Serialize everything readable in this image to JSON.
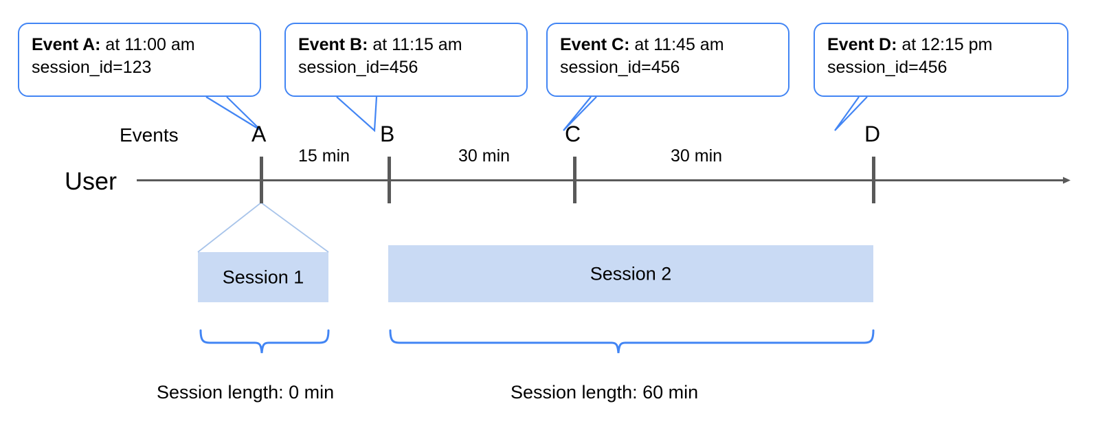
{
  "diagram": {
    "title_lane_user": "User",
    "lane_events": "Events",
    "callouts": [
      {
        "id": "A",
        "bold": "Event A:",
        "time_text": " at 11:00 am",
        "session_line": "session_id=123"
      },
      {
        "id": "B",
        "bold": "Event B:",
        "time_text": " at 11:15 am",
        "session_line": "session_id=456"
      },
      {
        "id": "C",
        "bold": "Event C:",
        "time_text": " at 11:45 am",
        "session_line": "session_id=456"
      },
      {
        "id": "D",
        "bold": "Event D:",
        "time_text": " at 12:15 pm",
        "session_line": "session_id=456"
      }
    ],
    "event_markers": [
      {
        "label": "A"
      },
      {
        "label": "B"
      },
      {
        "label": "C"
      },
      {
        "label": "D"
      }
    ],
    "intervals": [
      {
        "label": "15 min"
      },
      {
        "label": "30 min"
      },
      {
        "label": "30 min"
      }
    ],
    "sessions": [
      {
        "name": "Session 1",
        "length_label": "Session length: 0 min"
      },
      {
        "name": "Session 2",
        "length_label": "Session length: 60 min"
      }
    ],
    "colors": {
      "accent_blue": "#4285f4",
      "session_fill": "#c9daf4",
      "axis_gray": "#595959",
      "text": "#000000"
    }
  },
  "chart_data": {
    "type": "timeline",
    "title": "",
    "xlabel": "",
    "ylabel": "",
    "axis": {
      "direction": "left-to-right",
      "arrow": true,
      "unit": "minutes"
    },
    "events": [
      {
        "label": "A",
        "time": "11:00 am",
        "session_id": "123",
        "offset_min": 0
      },
      {
        "label": "B",
        "time": "11:15 am",
        "session_id": "456",
        "offset_min": 15
      },
      {
        "label": "C",
        "time": "11:45 am",
        "session_id": "456",
        "offset_min": 45
      },
      {
        "label": "D",
        "time": "12:15 pm",
        "session_id": "456",
        "offset_min": 75
      }
    ],
    "gaps": [
      {
        "from": "A",
        "to": "B",
        "minutes": 15,
        "label": "15 min"
      },
      {
        "from": "B",
        "to": "C",
        "minutes": 30,
        "label": "30 min"
      },
      {
        "from": "C",
        "to": "D",
        "minutes": 30,
        "label": "30 min"
      }
    ],
    "sessions": [
      {
        "name": "Session 1",
        "session_id": "123",
        "events": [
          "A"
        ],
        "length_min": 0,
        "length_label": "Session length: 0 min"
      },
      {
        "name": "Session 2",
        "session_id": "456",
        "events": [
          "B",
          "C",
          "D"
        ],
        "length_min": 60,
        "length_label": "Session length: 60 min"
      }
    ]
  }
}
